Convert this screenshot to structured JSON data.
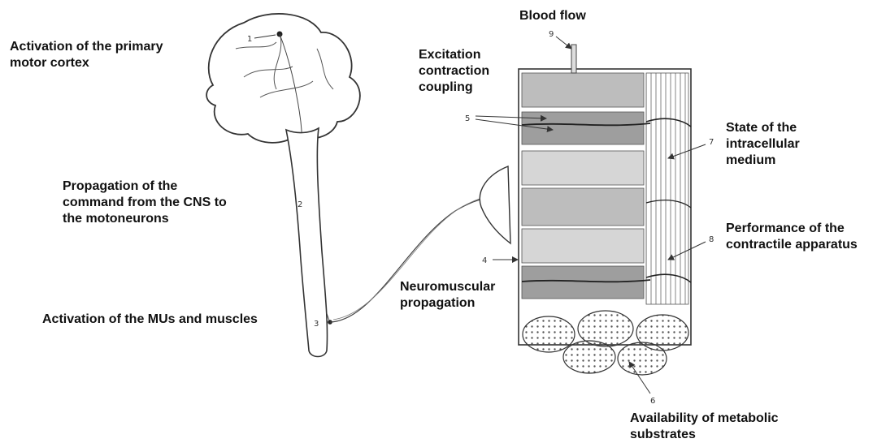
{
  "labels": {
    "primary_motor_cortex": "Activation of the primary\nmotor cortex",
    "propagation_cns": "Propagation of the\ncommand from the CNS to\nthe motoneurons",
    "activation_mus": "Activation of the MUs and muscles",
    "blood_flow": "Blood flow",
    "excitation_contraction": "Excitation\ncontraction\ncoupling",
    "neuromuscular": "Neuromuscular\npropagation",
    "intracellular_medium": "State of the\nintracellular\nmedium",
    "contractile_apparatus": "Performance of the\ncontractile apparatus",
    "metabolic_substrates": "Availability of metabolic\nsubstrates"
  },
  "numbers": {
    "n1": "1",
    "n2": "2",
    "n3": "3",
    "n4": "4",
    "n5": "5",
    "n6": "6",
    "n7": "7",
    "n8": "8",
    "n9": "9"
  }
}
